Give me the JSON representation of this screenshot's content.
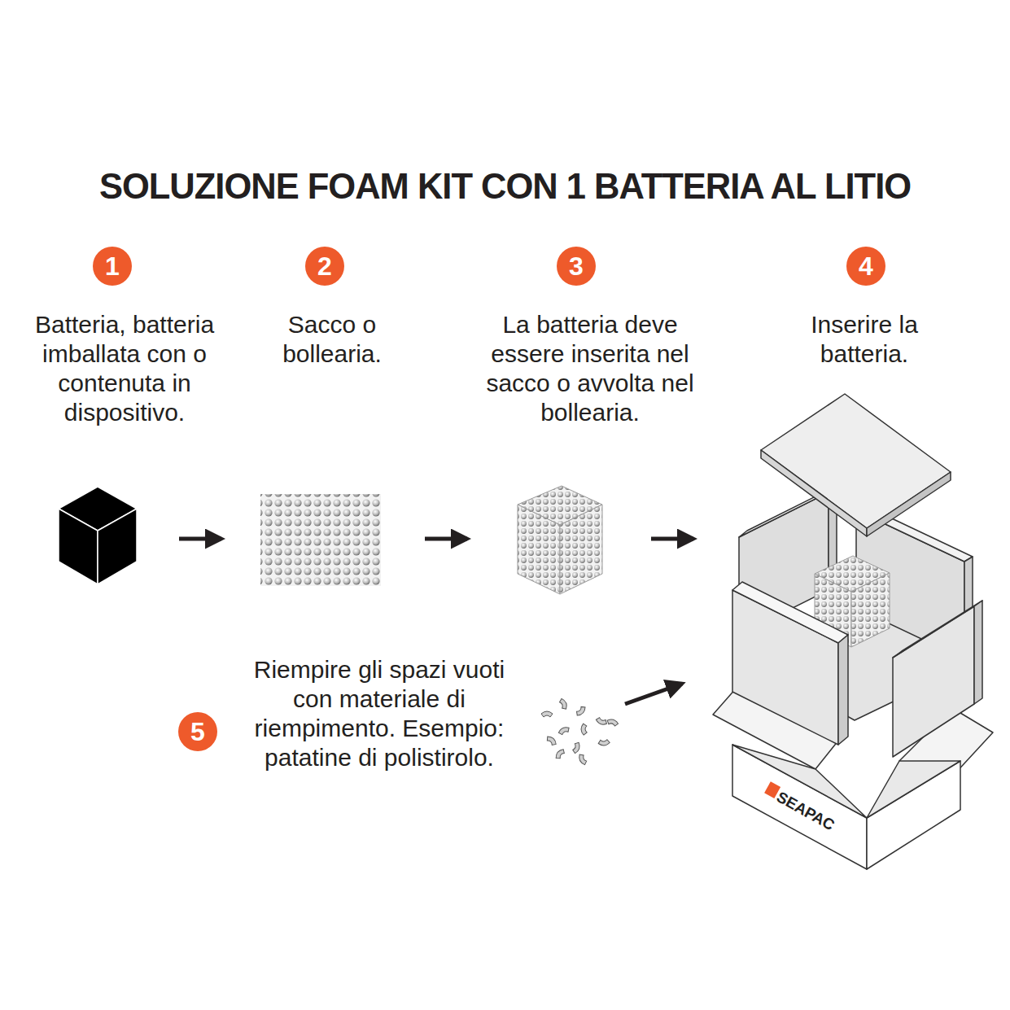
{
  "diagram": {
    "title": "SOLUZIONE FOAM KIT CON 1 BATTERIA AL LITIO",
    "nodes": [
      {
        "text": [
          "1"
        ]
      },
      {
        "text": [
          "2"
        ]
      },
      {
        "text": [
          "3"
        ]
      },
      {
        "text": [
          "4"
        ]
      },
      {
        "text": [
          "5"
        ]
      }
    ],
    "labels": [
      "Batteria, batteria imballata con o contenuta in dispositivo.",
      "Sacco o bollearia.",
      "La batteria deve essere inserita nel sacco o avvolta nel bollearia.",
      "Inserire la batteria.",
      "Riempire gli spazi vuoti con materiale di riempimento. Esempio: patatine di polistirolo.",
      "SEAPAC"
    ]
  }
}
